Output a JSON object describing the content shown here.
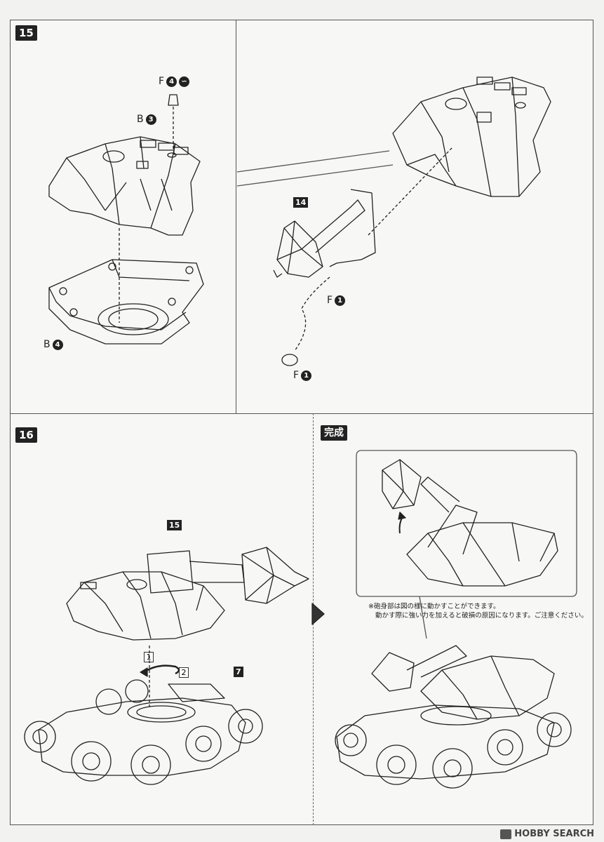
{
  "steps": {
    "s15": "15",
    "s16": "16",
    "complete": "完成"
  },
  "part_labels": {
    "f4": {
      "letter": "F",
      "num": "4"
    },
    "b3": {
      "letter": "B",
      "num": "3"
    },
    "b4": {
      "letter": "B",
      "num": "4"
    },
    "f1a": {
      "letter": "F",
      "num": "1"
    },
    "f1b": {
      "letter": "F",
      "num": "1"
    }
  },
  "tags": {
    "t14": "14",
    "t15": "15",
    "t7": "7"
  },
  "order": {
    "first": "1",
    "second": "2"
  },
  "note": {
    "line1": "※砲身部は図の様に動かすことができます。",
    "line2": "動かす際に強い力を加えると破損の原因になります。ご注意ください。"
  },
  "watermark": "HOBBY SEARCH",
  "icons": [
    "glue-icon",
    "arrow-right-icon",
    "rotate-arrow-icon",
    "up-arrow-icon"
  ]
}
